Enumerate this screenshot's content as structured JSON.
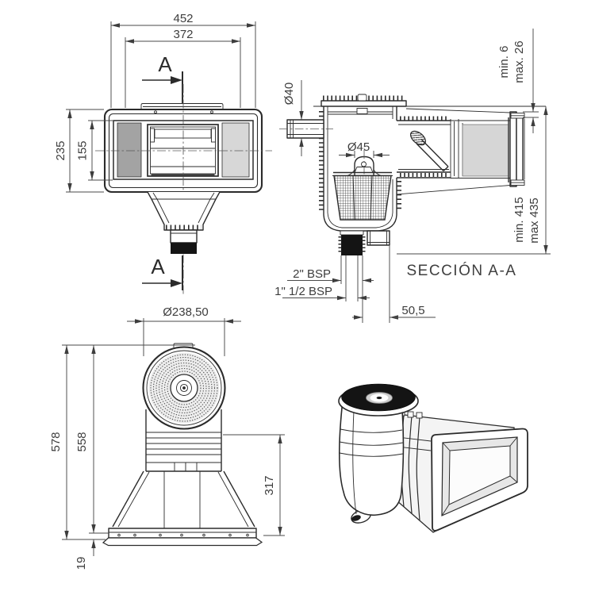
{
  "front": {
    "dim_outer_width": "452",
    "dim_inner_width": "372",
    "dim_outer_height": "235",
    "dim_inner_height": "155",
    "marker_top": "A",
    "marker_bottom": "A",
    "dim_lid_diameter": "Ø238,50"
  },
  "section": {
    "label": "SECCIÓN A-A",
    "dim_top_pipe": "Ø40",
    "dim_standpipe": "Ø45",
    "lip_min": "min. 6",
    "lip_max": "max. 26",
    "depth_min": "min. 415",
    "depth_max": "max 435",
    "outlet_large": "2\" BSP",
    "outlet_small": "1\" 1/2 BSP",
    "outlet_offset": "50,5"
  },
  "side": {
    "dim_total": "578",
    "dim_body": "558",
    "dim_lower": "317",
    "dim_base": "19"
  },
  "colors": {
    "line": "#2b2b2b",
    "dim_line": "#4a4a4a",
    "text": "#3d3d3d",
    "panel_dark": "#a3a3a3",
    "panel_light": "#d7d7d7",
    "section_panel": "#d6d6d6",
    "lid_black": "#141414"
  }
}
